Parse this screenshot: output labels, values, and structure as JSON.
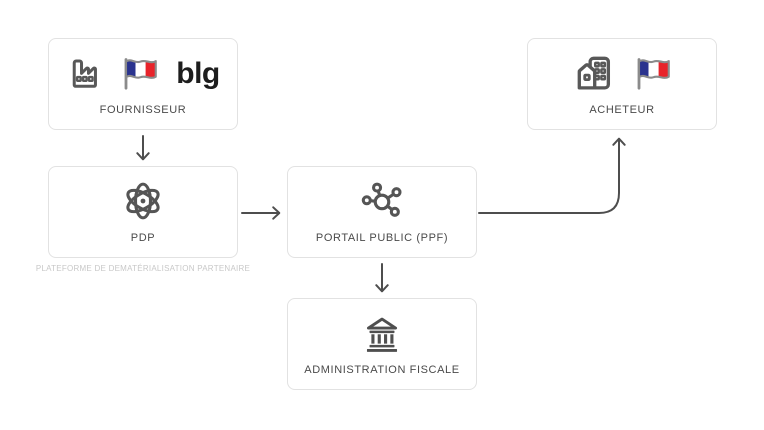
{
  "diagram": {
    "nodes": [
      {
        "id": "fournisseur",
        "label": "FOURNISSEUR",
        "logo_text": "blg",
        "icons": [
          "factory-icon",
          "french-flag-icon",
          "blg-logo"
        ]
      },
      {
        "id": "pdp",
        "label": "PDP",
        "caption": "PLATEFORME DE DEMATÉRIALISATION PARTENAIRE",
        "icons": [
          "atom-icon"
        ]
      },
      {
        "id": "portail-public",
        "label": "PORTAIL PUBLIC (PPF)",
        "icons": [
          "hub-icon"
        ]
      },
      {
        "id": "administration-fiscale",
        "label": "ADMINISTRATION FISCALE",
        "icons": [
          "bank-icon"
        ]
      },
      {
        "id": "acheteur",
        "label": "ACHETEUR",
        "icons": [
          "buildings-icon",
          "french-flag-icon"
        ]
      }
    ],
    "connections": [
      {
        "from": "fournisseur",
        "to": "pdp",
        "direction": "down"
      },
      {
        "from": "pdp",
        "to": "portail-public",
        "direction": "right"
      },
      {
        "from": "portail-public",
        "to": "administration-fiscale",
        "direction": "down"
      },
      {
        "from": "portail-public",
        "to": "acheteur",
        "direction": "right-then-up"
      }
    ],
    "colors": {
      "flag_blue": "#2a338e",
      "flag_red": "#e8232a",
      "icon_gray": "#555555",
      "arrow_gray": "#4e4e4e",
      "border_gray": "#e2e2e2",
      "label_gray": "#4a4a4a",
      "caption_gray": "#c8c8c8"
    }
  }
}
